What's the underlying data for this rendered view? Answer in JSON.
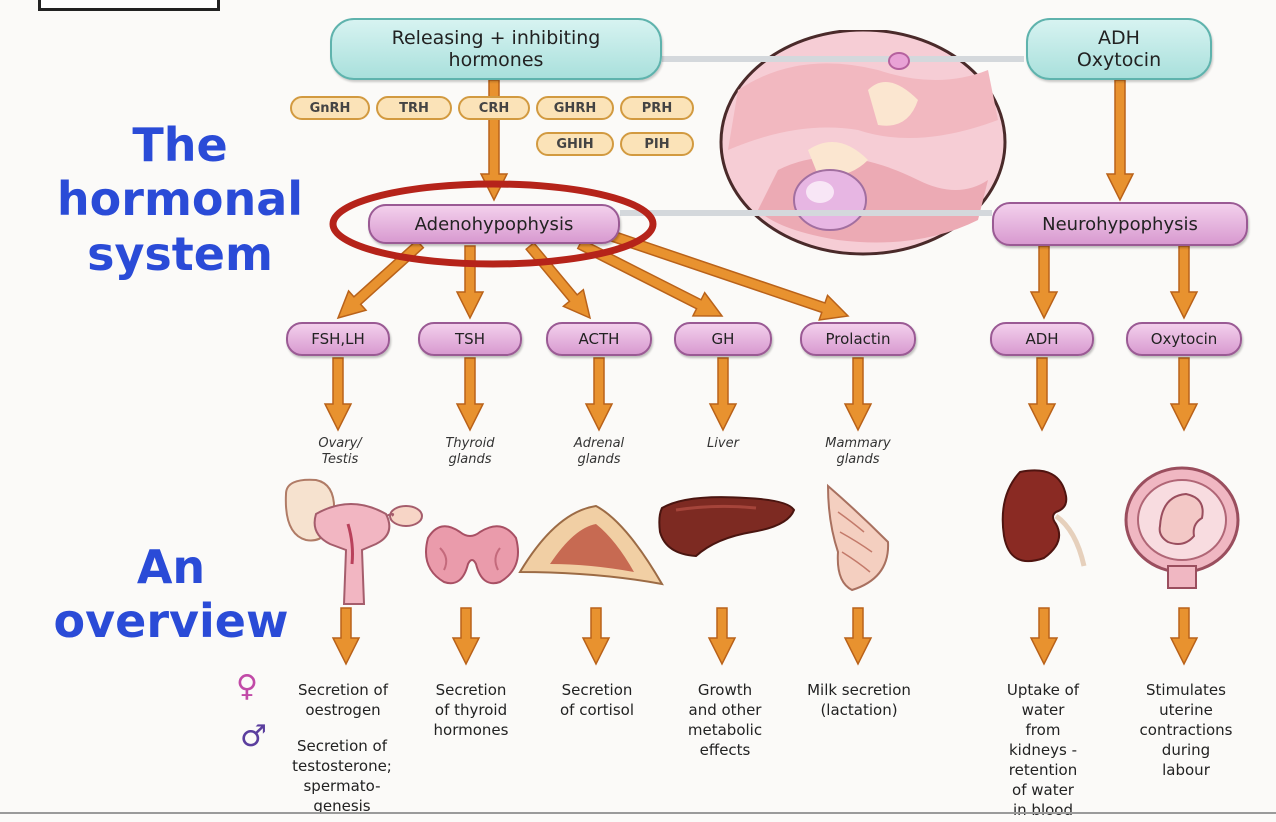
{
  "headings": {
    "top": "The\nhormonal\nsystem",
    "bottom": "An\noverview"
  },
  "hypothalamus": {
    "releasing_label": "Releasing + inhibiting\nhormones",
    "posterior_label": "ADH\nOxytocin",
    "tags_row1": [
      "GnRH",
      "TRH",
      "CRH",
      "GHRH",
      "PRH"
    ],
    "tags_row2": [
      "GHIH",
      "PIH"
    ]
  },
  "pituitary": {
    "anterior": "Adenohypophysis",
    "posterior": "Neurohypophysis"
  },
  "hormones": [
    "FSH,LH",
    "TSH",
    "ACTH",
    "GH",
    "Prolactin",
    "ADH",
    "Oxytocin"
  ],
  "target_glands": [
    "Ovary/\nTestis",
    "Thyroid\nglands",
    "Adrenal\nglands",
    "Liver",
    "Mammary\nglands"
  ],
  "effects": {
    "female_symbol": "♀",
    "male_symbol": "♂",
    "female": "Secretion of\noestrogen",
    "male": "Secretion of\ntestosterone;\nspermato-\ngenesis",
    "thyroid": "Secretion\nof thyroid\nhormones",
    "cortisol": "Secretion\nof cortisol",
    "growth": "Growth\nand other\nmetabolic\neffects",
    "milk": "Milk secretion\n(lactation)",
    "water": "Uptake of\nwater\nfrom\nkidneys -\nretention\nof water\nin blood",
    "uterine": "Stimulates\nuterine\ncontractions\nduring\nlabour"
  },
  "colors": {
    "heading": "#2a4bd7",
    "arrow": "#e38a2a",
    "highlight_ring": "#b5231a",
    "teal_box": "#a9e0dc",
    "pink_box": "#d89ad0",
    "tag_fill": "#fbe3b8"
  },
  "icons": [
    "brain-cross-section-icon",
    "reproductive-organs-icon",
    "thyroid-icon",
    "adrenal-icon",
    "liver-icon",
    "mammary-icon",
    "kidney-icon",
    "uterus-fetus-icon"
  ]
}
